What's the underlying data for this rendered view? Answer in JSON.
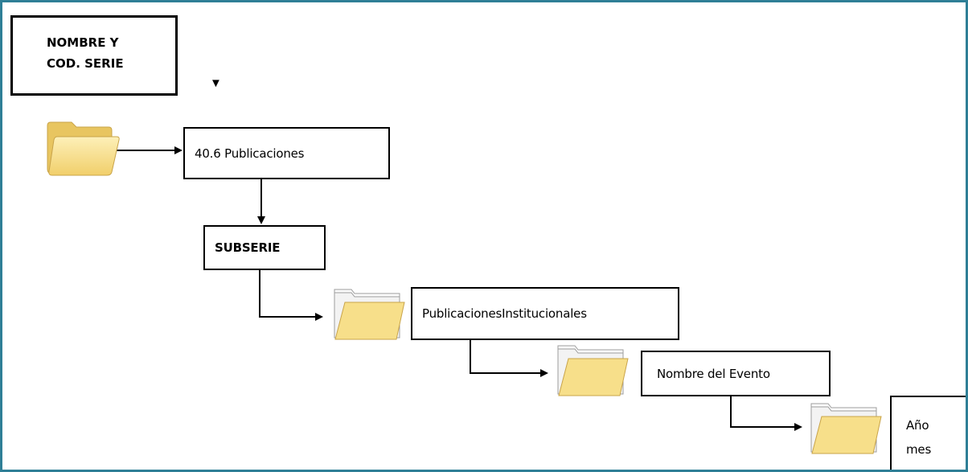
{
  "header": {
    "line1": "NOMBRE Y",
    "line2": "COD. SERIE",
    "marker": "▼"
  },
  "nodes": {
    "serie": "40.6 Publicaciones",
    "subserie": "SUBSERIE",
    "institucionales": "PublicacionesInstitucionales",
    "evento": "Nombre del Evento",
    "anio": "Año",
    "mes": "mes"
  },
  "icons": {
    "folder": "folder-icon",
    "arrow": "arrow-right-icon"
  },
  "colors": {
    "frame_border": "#2f7f96",
    "folder_fill": "#f7df8a",
    "folder_edge": "#c9a44a"
  }
}
